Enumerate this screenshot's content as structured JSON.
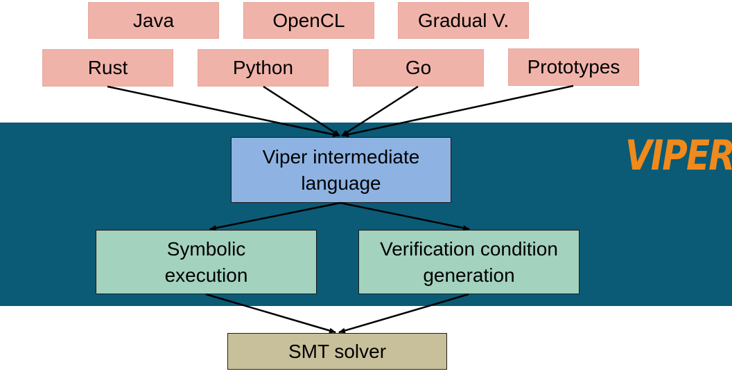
{
  "frontends_row1": [
    "Java",
    "OpenCL",
    "Gradual V."
  ],
  "frontends_row2": [
    "Rust",
    "Python",
    "Go",
    "Prototypes"
  ],
  "ir": {
    "line1": "Viper intermediate",
    "line2": "language"
  },
  "backends": [
    {
      "line1": "Symbolic",
      "line2": "execution"
    },
    {
      "line1": "Verification condition",
      "line2": "generation"
    }
  ],
  "solver": "SMT solver",
  "logo": "VIPER",
  "colors": {
    "band": "#0b5a76",
    "frontend_box": "#f0b3aa",
    "ir_box": "#8eb3e3",
    "backend_box": "#a3d2bf",
    "solver_box": "#c8c09a",
    "logo": "#f08a1c"
  }
}
